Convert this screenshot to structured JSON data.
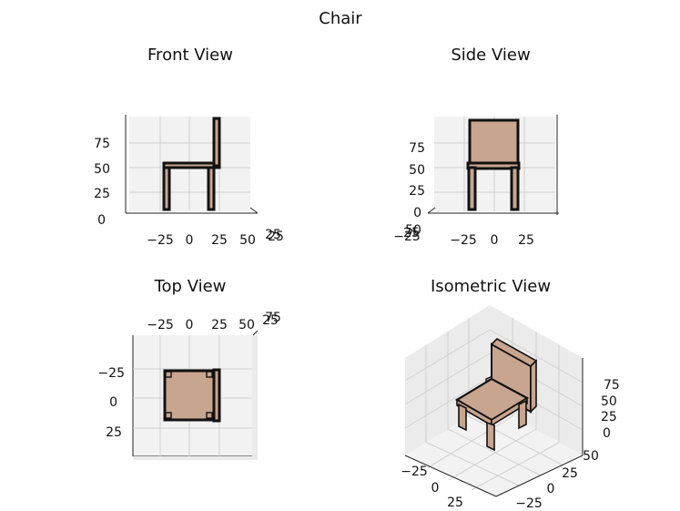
{
  "figure": {
    "title": "Chair"
  },
  "panels": {
    "front": {
      "title": "Front View",
      "z_ticks": [
        "0",
        "25",
        "50",
        "75"
      ],
      "x_ticks": [
        "−25",
        "0",
        "25",
        "50"
      ],
      "y_ticks_overlap": [
        "25",
        "25"
      ]
    },
    "side": {
      "title": "Side View",
      "z_ticks": [
        "0",
        "25",
        "50",
        "75"
      ],
      "y_ticks": [
        "−25",
        "0",
        "25"
      ],
      "x_ticks_overlap": [
        "50",
        "25",
        "−25"
      ]
    },
    "top": {
      "title": "Top View",
      "x_ticks": [
        "−25",
        "0",
        "25",
        "50"
      ],
      "y_ticks": [
        "−25",
        "0",
        "25"
      ],
      "z_ticks_overlap": [
        "75",
        "25"
      ]
    },
    "iso": {
      "title": "Isometric View",
      "z_ticks": [
        "0",
        "25",
        "50",
        "75"
      ],
      "x_ticks": [
        "−25",
        "0",
        "25"
      ],
      "y_ticks": [
        "−25",
        "0",
        "25",
        "50"
      ]
    }
  },
  "colors": {
    "wood": "#c8a58e",
    "outline": "#111111",
    "pane": "#f2f2f2",
    "grid": "#d0d0d0"
  }
}
